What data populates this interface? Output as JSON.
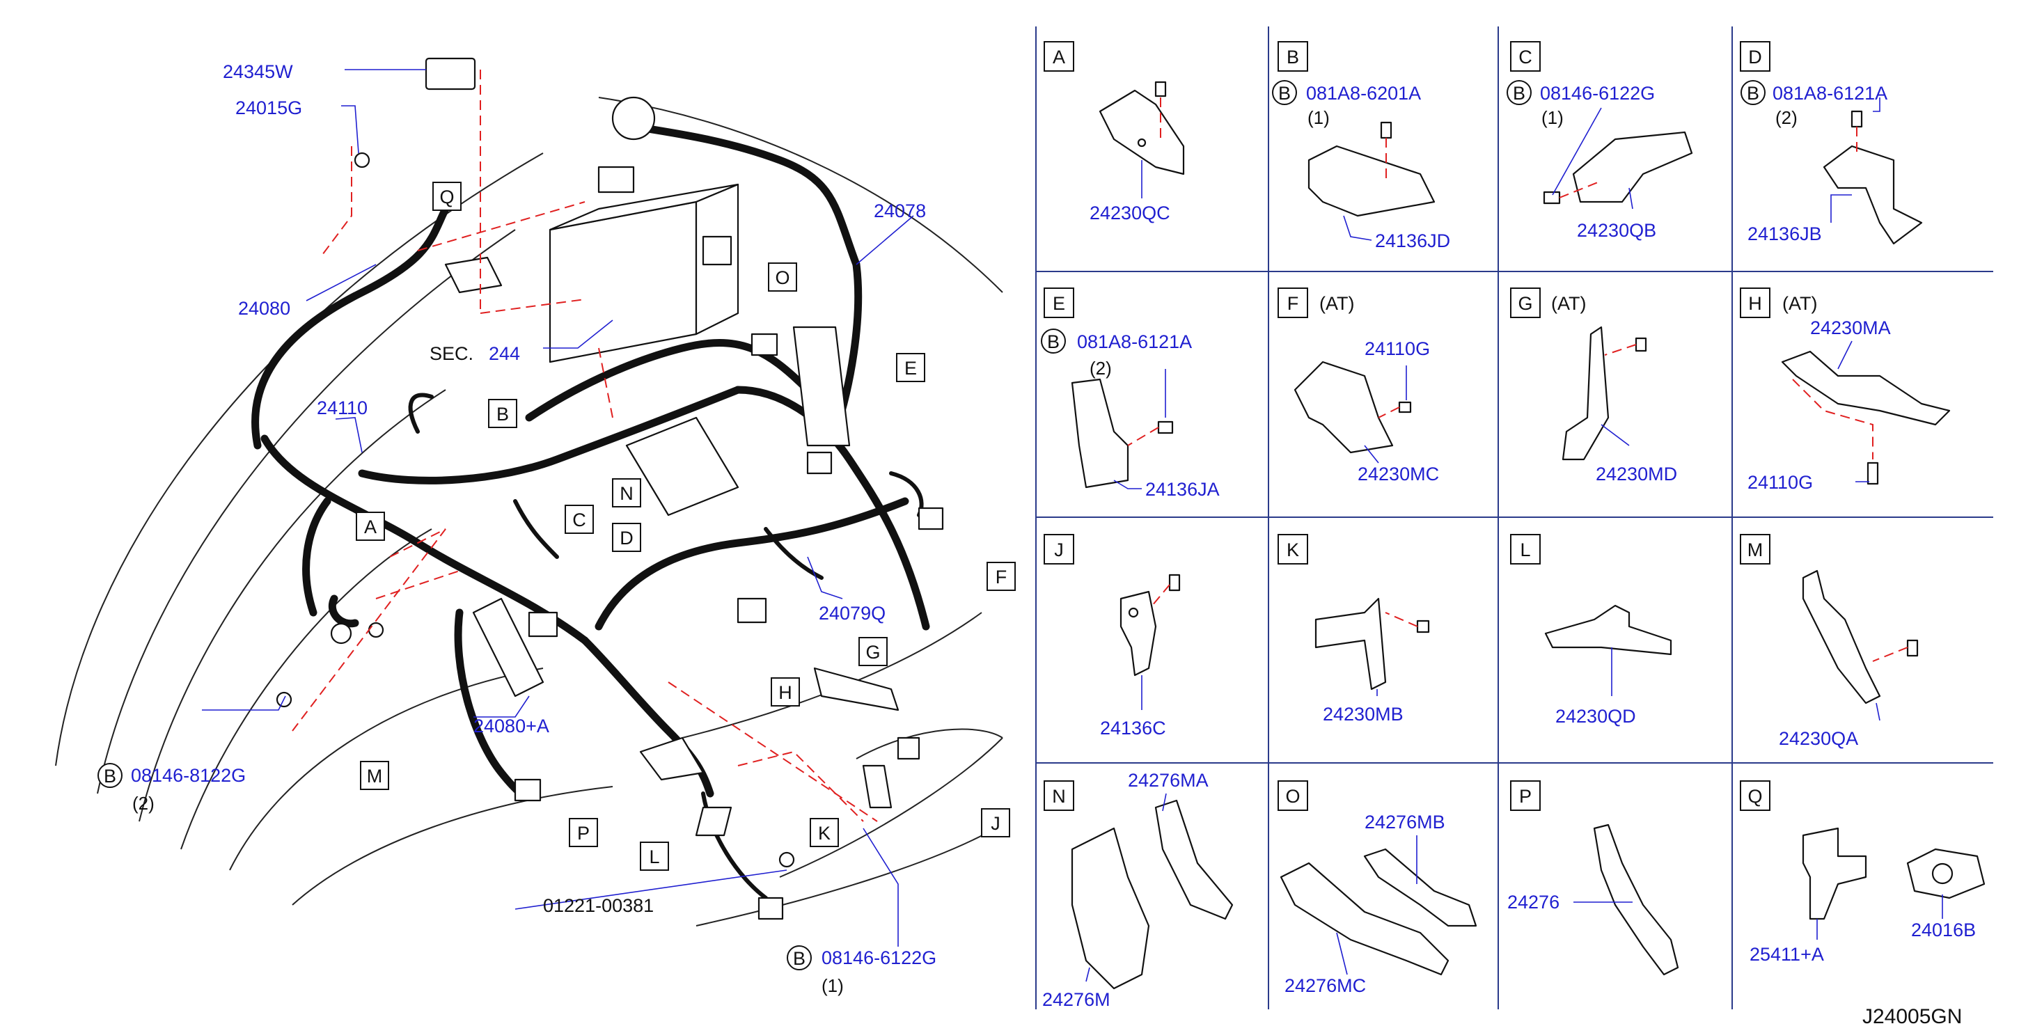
{
  "diagram_code": "J24005GN",
  "main": {
    "labels": {
      "p24345W": "24345W",
      "p24015G": "24015G",
      "p24080": "24080",
      "p24110": "24110",
      "p24078": "24078",
      "sec_text": "SEC.",
      "sec_num": "244",
      "p24079Q": "24079Q",
      "p24080A": "24080+A",
      "p08146_8122G": "08146-8122G",
      "q2": "(2)",
      "p08146_6122G": "08146-6122G",
      "q1": "(1)",
      "p01221": "01221-00381"
    },
    "callouts": {
      "A": "A",
      "B": "B",
      "C": "C",
      "D": "D",
      "E": "E",
      "F": "F",
      "G": "G",
      "H": "H",
      "J": "J",
      "K": "K",
      "L": "L",
      "M": "M",
      "N": "N",
      "O": "O",
      "P": "P",
      "Q": "Q",
      "b1": "B",
      "b2": "B"
    }
  },
  "cells": {
    "A": {
      "letter": "A",
      "part": "24230QC"
    },
    "B": {
      "letter": "B",
      "bolt_mark": "B",
      "bolt": "081A8-6201A",
      "qty": "(1)",
      "part": "24136JD"
    },
    "C": {
      "letter": "C",
      "bolt_mark": "B",
      "bolt": "08146-6122G",
      "qty": "(1)",
      "part": "24230QB"
    },
    "D": {
      "letter": "D",
      "bolt_mark": "B",
      "bolt": "081A8-6121A",
      "qty": "(2)",
      "part": "24136JB"
    },
    "E": {
      "letter": "E",
      "bolt_mark": "B",
      "bolt": "081A8-6121A",
      "qty": "(2)",
      "part": "24136JA"
    },
    "F": {
      "letter": "F",
      "note": "(AT)",
      "bolt": "24110G",
      "part": "24230MC"
    },
    "G": {
      "letter": "G",
      "note": "(AT)",
      "part": "24230MD"
    },
    "H": {
      "letter": "H",
      "note": "(AT)",
      "part": "24230MA",
      "bolt": "24110G"
    },
    "J": {
      "letter": "J",
      "part": "24136C"
    },
    "K": {
      "letter": "K",
      "part": "24230MB"
    },
    "L": {
      "letter": "L",
      "part": "24230QD"
    },
    "M": {
      "letter": "M",
      "part": "24230QA"
    },
    "N": {
      "letter": "N",
      "part_top": "24276MA",
      "part_bottom": "24276M"
    },
    "O": {
      "letter": "O",
      "part_top": "24276MB",
      "part_bottom": "24276MC"
    },
    "P": {
      "letter": "P",
      "part": "24276"
    },
    "Q": {
      "letter": "Q",
      "part_left": "25411+A",
      "part_right": "24016B"
    }
  }
}
